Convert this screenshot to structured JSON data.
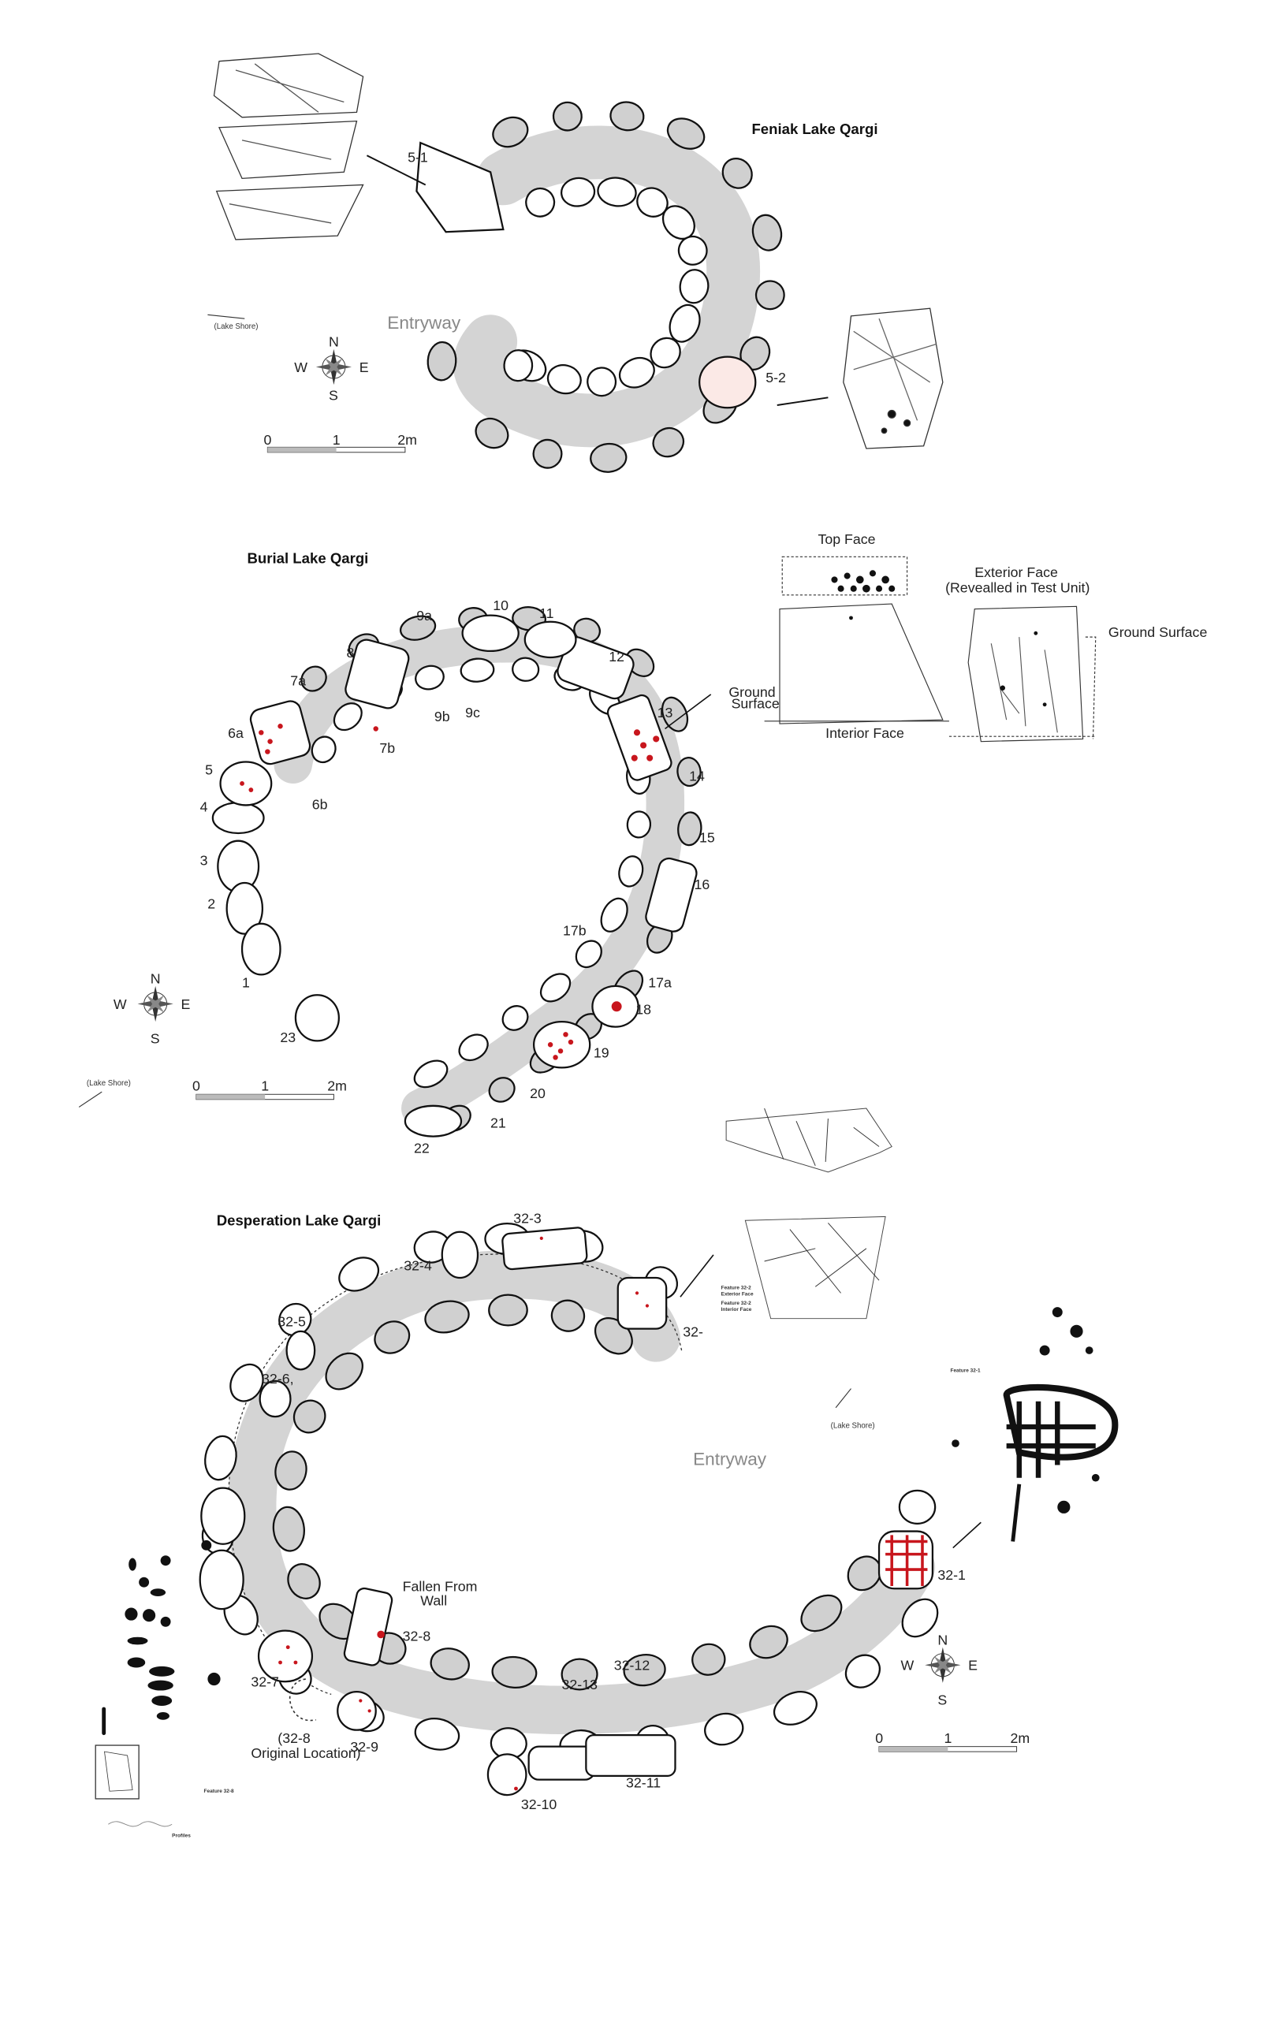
{
  "feniak": {
    "title": "Feniak Lake Qargi",
    "entryway": "Entryway",
    "lake_shore": "(Lake Shore)",
    "labels": [
      "5-1",
      "5-2"
    ],
    "compass": {
      "n": "N",
      "s": "S",
      "e": "E",
      "w": "W"
    },
    "scale": [
      "0",
      "1",
      "2m"
    ]
  },
  "burial": {
    "title": "Burial Lake Qargi",
    "lake_shore": "(Lake Shore)",
    "labels": [
      "9a",
      "10",
      "11",
      "8",
      "12",
      "7a",
      "13",
      "9b",
      "9c",
      "7b",
      "6a",
      "5",
      "14",
      "6b",
      "4",
      "15",
      "3",
      "16",
      "2",
      "17b",
      "17a",
      "1",
      "18",
      "23",
      "19",
      "20",
      "21",
      "22"
    ],
    "compass": {
      "n": "N",
      "s": "S",
      "e": "E",
      "w": "W"
    },
    "scale": [
      "0",
      "1",
      "2m"
    ],
    "inset": {
      "top_face": "Top Face",
      "exterior_face": "Exterior Face",
      "exterior_note": "(Revealled in Test Unit)",
      "ground_surface_right": "Ground Surface",
      "ground_surface_left_1": "Ground",
      "ground_surface_left_2": "Surface",
      "interior_face": "Interior Face"
    }
  },
  "desperation": {
    "title": "Desperation Lake Qargi",
    "entryway": "Entryway",
    "lake_shore": "(Lake Shore)",
    "labels": [
      "32-3",
      "32-4",
      "32-5",
      "32-6,",
      "32-",
      "32-8",
      "32-12",
      "32-13",
      "32-7",
      "32-9",
      "32-11",
      "32-10",
      "32-1"
    ],
    "fallen_1": "Fallen From",
    "fallen_2": "Wall",
    "original_1": "(32-8",
    "original_2": "Original Location)",
    "compass": {
      "n": "N",
      "s": "S",
      "e": "E",
      "w": "W"
    },
    "scale": [
      "0",
      "1",
      "2m"
    ],
    "features": {
      "ext_title": "Feature 32-2",
      "ext_sub": "Exterior Face",
      "int_title": "Feature 32-2",
      "int_sub": "Interior Face",
      "f321": "Feature 32-1",
      "f328": "Feature 32-8",
      "profiles": "Profiles"
    }
  },
  "colors": {
    "band": "#d4d4d4",
    "art": "#c8161d",
    "stone_stroke": "#111111"
  }
}
